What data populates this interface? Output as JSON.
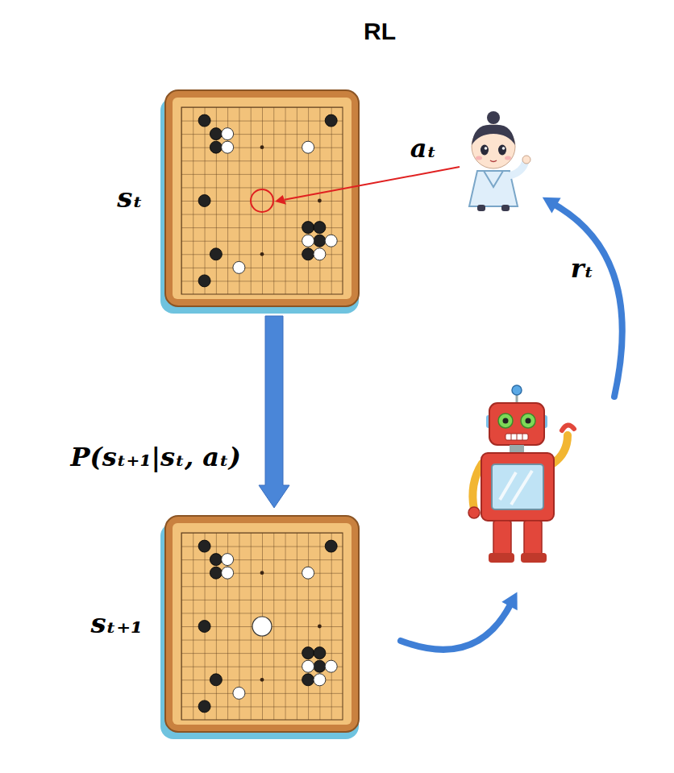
{
  "diagram": {
    "title": "RL",
    "nodes": [
      {
        "text": [
          "sₜ"
        ]
      },
      {
        "text": [
          "sₜ₊₁"
        ]
      }
    ],
    "edges": [
      {
        "from": 0,
        "to": 1,
        "arrow": "to",
        "label": "P(sₜ₊₁|sₜ, aₜ)"
      }
    ],
    "labels": [
      "aₜ",
      "rₜ"
    ]
  }
}
